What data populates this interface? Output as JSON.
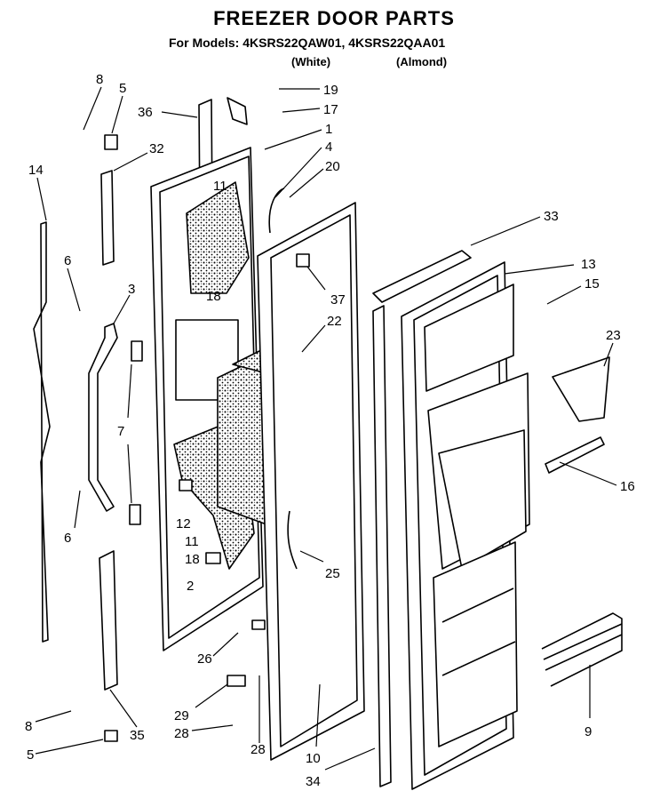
{
  "header": {
    "title": "FREEZER DOOR PARTS",
    "models_line": "For Models:  4KSRS22QAW01, 4KSRS22QAA01",
    "white": "(White)",
    "almond": "(Almond)"
  },
  "callouts": [
    "8",
    "5",
    "36",
    "19",
    "17",
    "1",
    "4",
    "20",
    "32",
    "14",
    "11",
    "6",
    "3",
    "18",
    "37",
    "22",
    "33",
    "13",
    "15",
    "23",
    "7",
    "16",
    "12",
    "11",
    "18",
    "2",
    "25",
    "6",
    "26",
    "9",
    "29",
    "28",
    "28",
    "8",
    "35",
    "5",
    "10",
    "34"
  ]
}
